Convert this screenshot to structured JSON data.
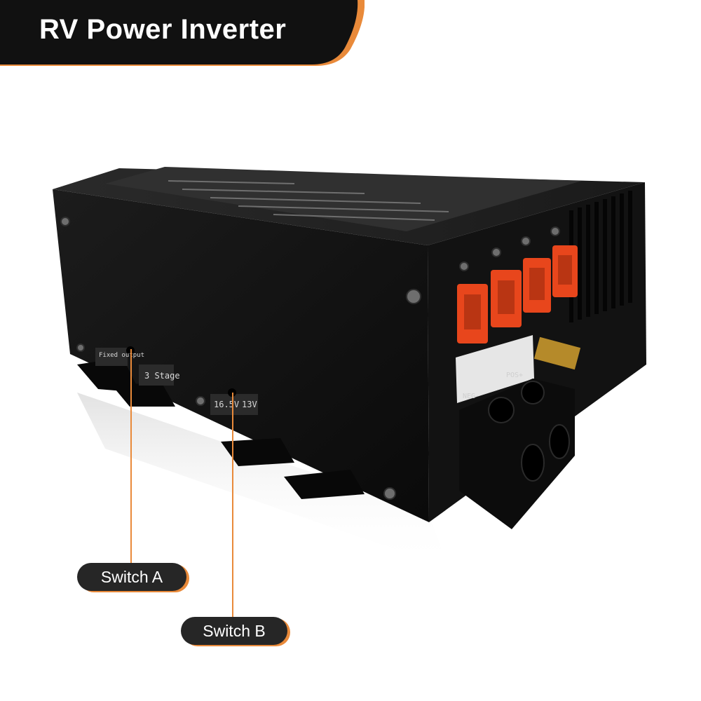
{
  "header": {
    "title": "RV Power Inverter"
  },
  "callouts": {
    "switch_a": "Switch A",
    "switch_b": "Switch B"
  },
  "device_labels": {
    "fixed_output": "Fixed output",
    "three_stage": "3 Stage",
    "voltage_high": "16.5V",
    "voltage_low": "13V",
    "terminal_positive": "POS+",
    "terminal_negative": "NEG-"
  },
  "colors": {
    "accent": "#e98a3a",
    "banner": "#111111",
    "pill": "#262626",
    "fuse": "#e8461c",
    "housing": "#151515"
  },
  "icons": [
    "screw-icon",
    "fuse-icon",
    "terminal-block-icon",
    "vent-icon"
  ]
}
